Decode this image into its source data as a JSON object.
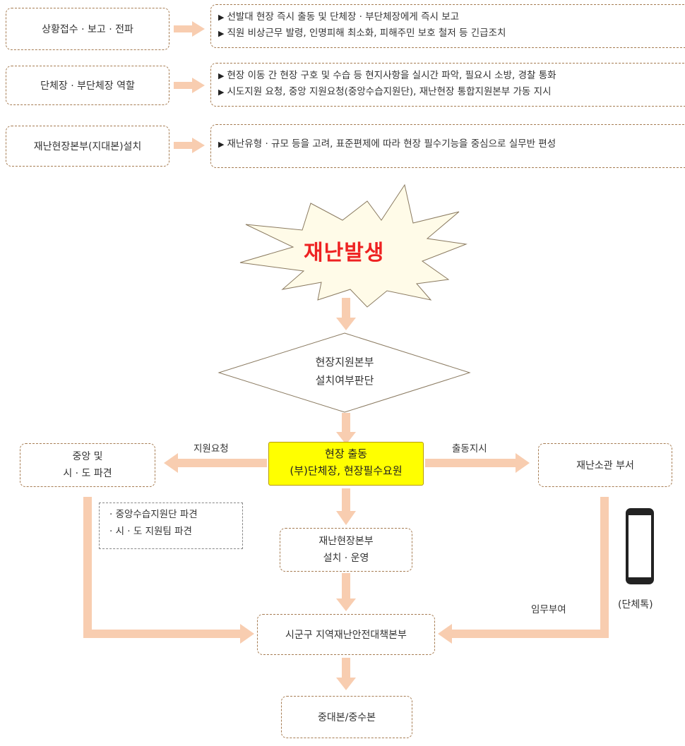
{
  "rows": [
    {
      "title": "상황접수 · 보고 · 전파",
      "lines": [
        "선발대 현장 즉시 출동 및 단체장 · 부단체장에게 즉시 보고",
        "직원 비상근무 발령, 인명피해 최소화, 피해주민 보호 철저 등 긴급조치"
      ]
    },
    {
      "title": "단체장 · 부단체장 역할",
      "lines": [
        "현장 이동 간 현장 구호 및 수습 등 현지사항을 실시간 파악, 필요시 소방, 경찰 통화",
        "시도지원 요청, 중앙 지원요청(중앙수습지원단), 재난현장 통합지원본부 가동 지시"
      ]
    },
    {
      "title": "재난현장본부(지대본)설치",
      "lines": [
        "재난유형 · 규모 등을 고려, 표준편제에 따라 현장 필수기능을 중심으로 실무반 편성"
      ]
    }
  ],
  "bullet": "▶",
  "flow": {
    "disaster": "재난발생",
    "decision_line1": "현장지원본부",
    "decision_line2": "설치여부판단",
    "center_line1": "현장 출동",
    "center_line2": "(부)단체장, 현장필수요원",
    "left_box_line1": "중앙 및",
    "left_box_line2": "시 · 도 파견",
    "right_box": "재난소관 부서",
    "label_support": "지원요청",
    "label_dispatch": "출동지시",
    "note_line1": "· 중앙수습지원단 파견",
    "note_line2": "· 시 · 도 지원팀 파견",
    "hq_line1": "재난현장본부",
    "hq_line2": "설치 · 운영",
    "label_duty": "임무부여",
    "phone_label": "(단체톡)",
    "local_hq": "시군구 지역재난안전대책본부",
    "final": "중대본/중수본"
  },
  "colors": {
    "arrow": "#f8cdb0",
    "box_border": "#a67c52",
    "highlight": "#ffff00",
    "disaster_text": "#ee2222"
  }
}
